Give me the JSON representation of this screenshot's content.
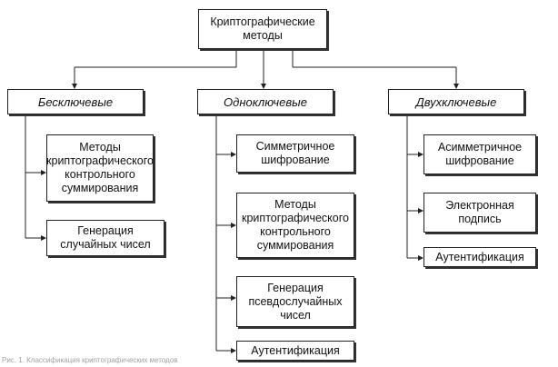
{
  "root": "Криптографические\nметоды",
  "categories": [
    {
      "label": "Бесключевые",
      "children": [
        "Методы\nкриптографического\nконтрольного\nсуммирования",
        "Генерация\nслучайных чисел"
      ]
    },
    {
      "label": "Одноключевые",
      "children": [
        "Симметричное\nшифрование",
        "Методы\nкриптографического\nконтрольного\nсуммирования",
        "Генерация\nпсевдослучайных\nчисел",
        "Аутентификация"
      ]
    },
    {
      "label": "Двухключевые",
      "children": [
        "Асимметричное\nшифрование",
        "Электронная\nподпись",
        "Аутентификация"
      ]
    }
  ],
  "caption": "Рис. 1. Классификация криптографических методов",
  "colors": {
    "line": "#222222",
    "box_border": "#222222",
    "shadow": "#333333"
  }
}
